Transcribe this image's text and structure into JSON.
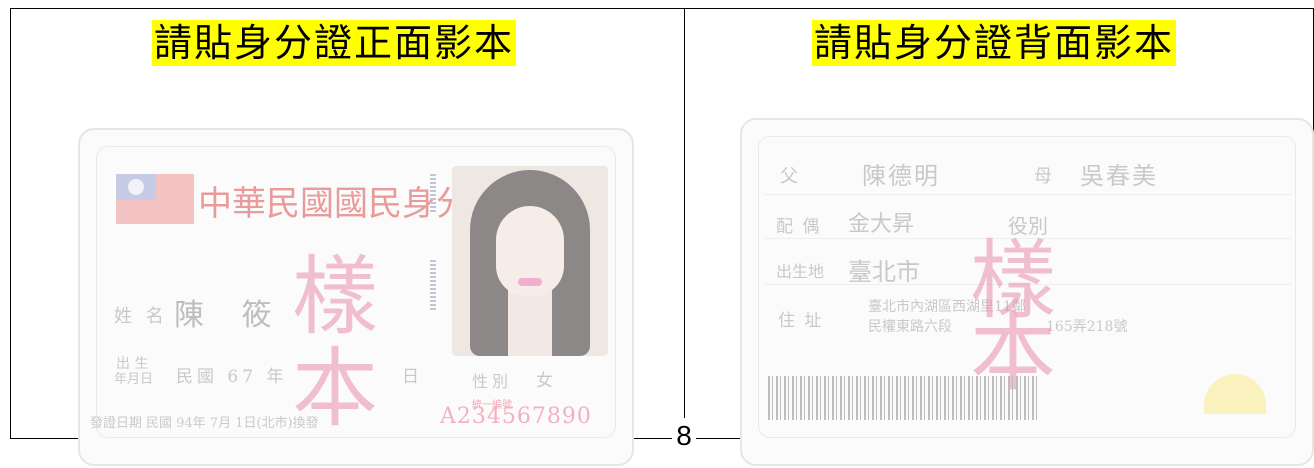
{
  "headings": {
    "front": "請貼身分證正面影本",
    "back": "請貼身分證背面影本"
  },
  "page_number": "8",
  "front_card": {
    "title": "中華民國國民身分證",
    "watermark": [
      "樣",
      "本"
    ],
    "name_label": "姓 名",
    "name_value": "陳 筱",
    "dob_label_top": "出 生",
    "dob_label_bottom": "年月日",
    "dob_value": "民國 67 年",
    "dob_day": "日",
    "gender_label": "性別",
    "gender_value": "女",
    "issue_label": "發證日期",
    "issue_value": "民國 94年 7月 1日(北市)換發",
    "id_number": "A234567890",
    "small_mark": "統一編號"
  },
  "back_card": {
    "watermark": [
      "樣",
      "本"
    ],
    "father_label": "父",
    "father_value": "陳德明",
    "mother_label": "母",
    "mother_value": "吳春美",
    "spouse_label": "配 偶",
    "spouse_value": "金大昇",
    "military_value": "役別",
    "birthplace_label": "出生地",
    "birthplace_value": "臺北市",
    "address_label": "住 址",
    "address_line1": "臺北市內湖區西湖里11鄰",
    "address_line2": "民權東路六段",
    "address_line3": "165弄218號"
  }
}
